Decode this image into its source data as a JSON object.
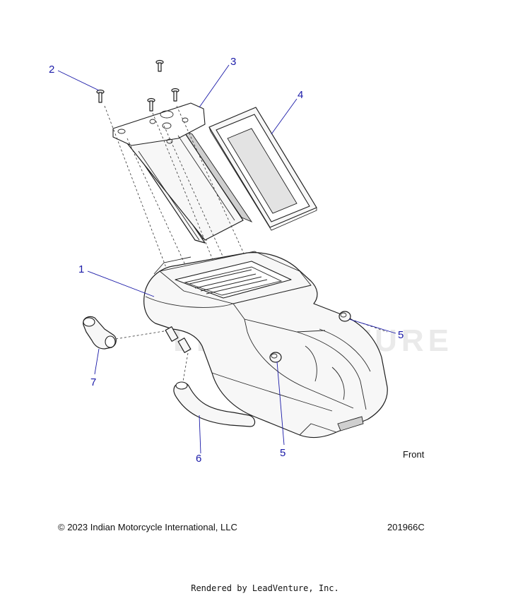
{
  "callouts": [
    {
      "id": "1",
      "label": "1"
    },
    {
      "id": "2",
      "label": "2"
    },
    {
      "id": "3",
      "label": "3"
    },
    {
      "id": "4",
      "label": "4"
    },
    {
      "id": "5a",
      "label": "5"
    },
    {
      "id": "5b",
      "label": "5"
    },
    {
      "id": "6",
      "label": "6"
    },
    {
      "id": "7",
      "label": "7"
    }
  ],
  "watermark": "LEADVENTURE",
  "orientation_label": "Front",
  "copyright": "© 2023 Indian Motorcycle International, LLC",
  "drawing_number": "201966C",
  "footer": "Rendered by LeadVenture, Inc.",
  "colors": {
    "callout": "#1a1aa8",
    "line": "#1e1e1e",
    "watermark": "#d9d9d9"
  }
}
